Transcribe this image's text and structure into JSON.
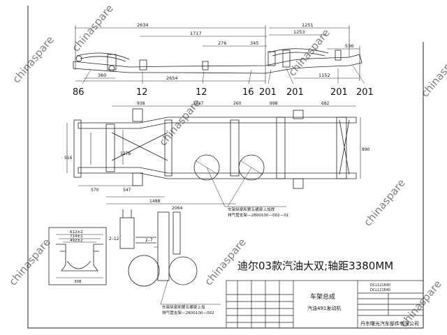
{
  "watermark": "chinaspare",
  "drawing_title": "迪尔03款汽油大双;轴距3380MM",
  "side_view": {
    "dimensions": [
      "2634",
      "1717",
      "276",
      "345",
      "1251",
      "1253",
      "536",
      "1152",
      "2654",
      "360"
    ],
    "callouts": [
      "86",
      "12",
      "12",
      "16",
      "201",
      "201",
      "201",
      "201"
    ]
  },
  "plan_view": {
    "dimensions": [
      "938",
      "1047",
      "260",
      "998",
      "682",
      "570",
      "547",
      "1488",
      "2064",
      "1276",
      "516",
      "890"
    ]
  },
  "section_view": {
    "dimensions": [
      "612±2",
      "714±1",
      "492±2",
      "308"
    ]
  },
  "detail_view": {
    "dimensions": [
      "2–12",
      "2–7"
    ]
  },
  "notes": {
    "note1_line1": "车架纵梁和第五横梁上加焊",
    "note1_line2": "排气管支架—2800100—002—01",
    "note2_line1": "车架纵梁和第五横梁上加",
    "note2_line2": "排气管支架—2800100—002"
  },
  "title_block": {
    "name": "车架总成",
    "subtitle": "汽油491发动机",
    "code1": "DCL121640",
    "code2": "DCL121640",
    "company": "丹东曙光汽车部件有限公司"
  }
}
